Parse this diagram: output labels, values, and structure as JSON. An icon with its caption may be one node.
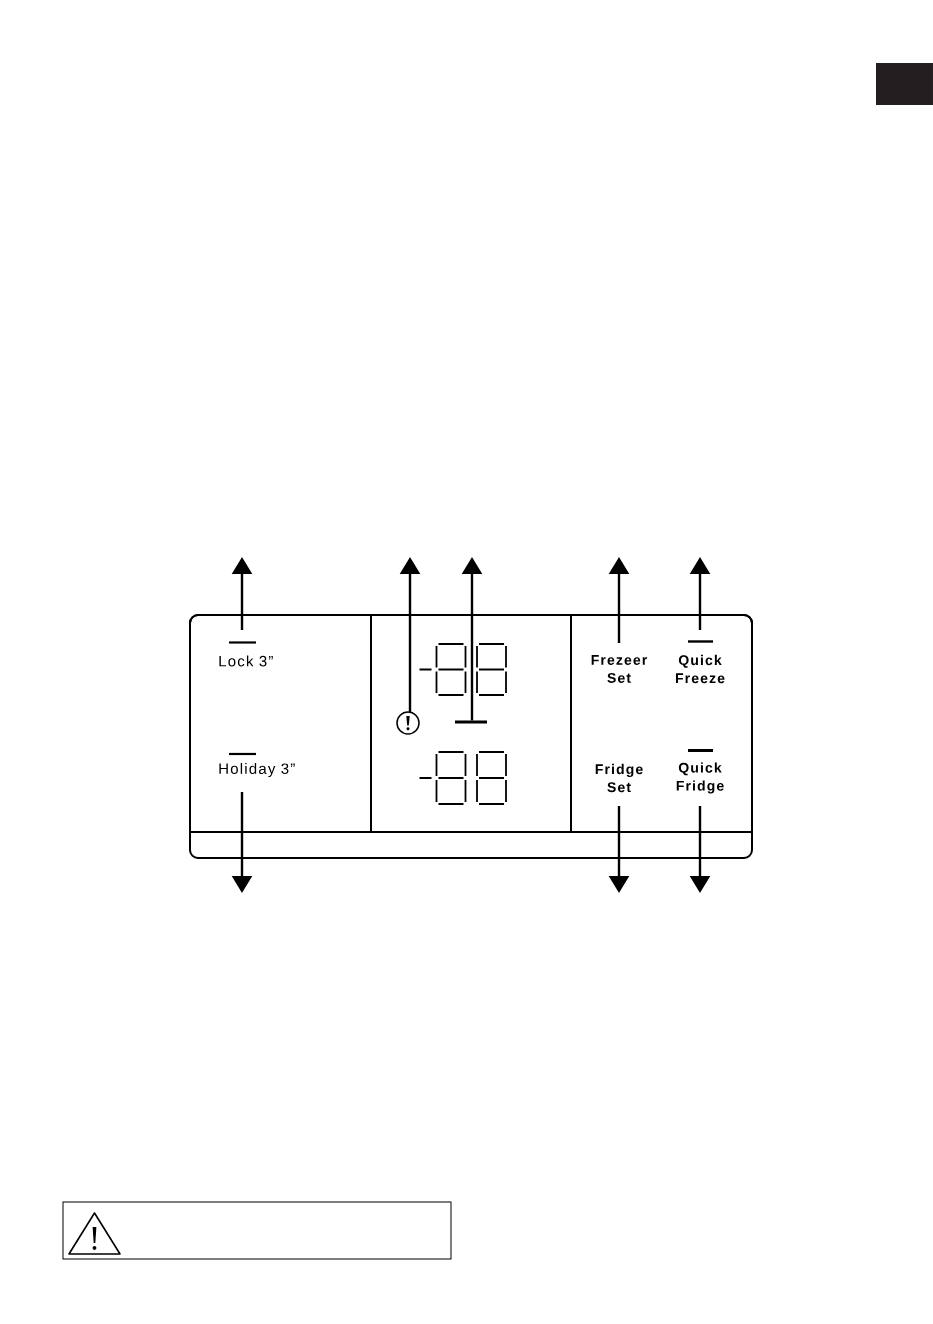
{
  "diagram": {
    "nodes": [
      {
        "text": [],
        "shape": "box"
      },
      {
        "text": [],
        "shape": "box",
        "in": 0
      },
      {
        "text": [],
        "shape": "box",
        "in": 0
      },
      {
        "text": [],
        "shape": "box",
        "in": 0
      },
      {
        "text": [
          "Lock 3”"
        ],
        "in": 1
      },
      {
        "text": [
          "Holiday 3”"
        ],
        "in": 1
      },
      {
        "text": [],
        "shape": "circle",
        "in": 2
      },
      {
        "text": [],
        "shape": "bar",
        "in": 2
      },
      {
        "text": [
          "Frezeer Set"
        ],
        "in": 3
      },
      {
        "text": [
          "Quick Freeze"
        ],
        "in": 3
      },
      {
        "text": [
          "Fridge Set"
        ],
        "in": 3
      },
      {
        "text": [
          "Quick Fridge"
        ],
        "in": 3
      }
    ],
    "edges": [
      {
        "from": 4,
        "to": null,
        "arrow": "to"
      },
      {
        "from": 6,
        "to": null,
        "arrow": "to"
      },
      {
        "from": 7,
        "to": null,
        "arrow": "to"
      },
      {
        "from": 8,
        "to": null,
        "arrow": "to"
      },
      {
        "from": 9,
        "to": null,
        "arrow": "to"
      },
      {
        "from": 5,
        "to": null,
        "arrow": "to"
      },
      {
        "from": 10,
        "to": null,
        "arrow": "to"
      },
      {
        "from": 11,
        "to": null,
        "arrow": "to"
      }
    ]
  }
}
